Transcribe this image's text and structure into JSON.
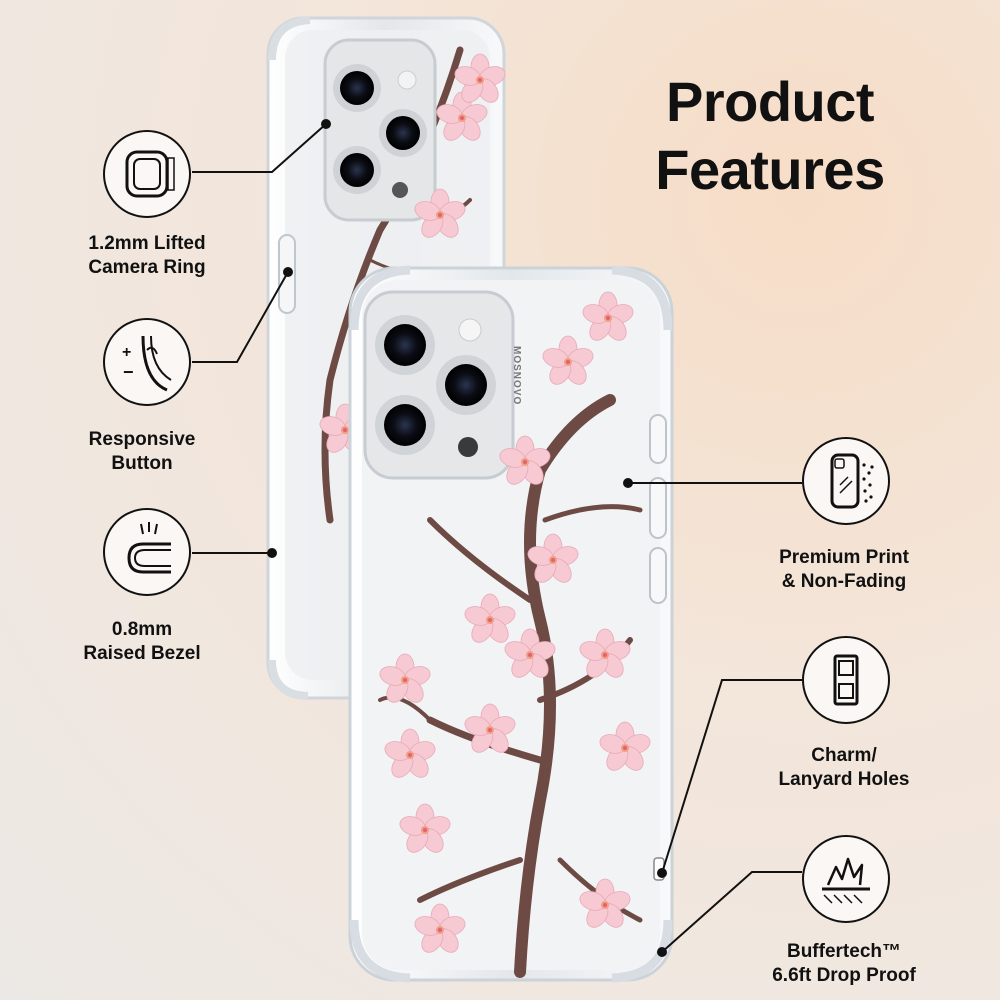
{
  "title": {
    "line1": "Product",
    "line2": "Features"
  },
  "brand": "MOSNOVO",
  "features_left": [
    {
      "label": "1.2mm Lifted\nCamera Ring",
      "icon": "camera-ring-icon"
    },
    {
      "label": "Responsive\nButton",
      "icon": "responsive-button-icon"
    },
    {
      "label": "0.8mm\nRaised Bezel",
      "icon": "raised-bezel-icon"
    }
  ],
  "features_right": [
    {
      "label": "Premium Print\n& Non-Fading",
      "icon": "premium-print-icon"
    },
    {
      "label": "Charm/\nLanyard Holes",
      "icon": "lanyard-holes-icon"
    },
    {
      "label": "Buffertech™\n6.6ft Drop Proof",
      "icon": "drop-proof-icon"
    }
  ],
  "colors": {
    "background": "#f3e6db",
    "blossom": "#f6c9d3",
    "branch": "#6e4a45",
    "frame": "#e9ecef",
    "text": "#111111"
  }
}
